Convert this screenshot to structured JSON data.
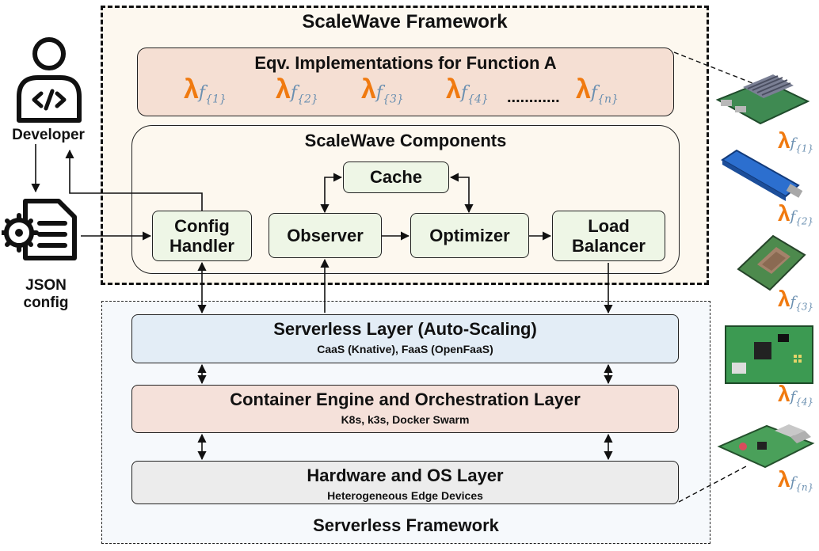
{
  "scalewave": {
    "title": "ScaleWave Framework",
    "eqv_title": "Eqv. Implementations for Function A",
    "lambda_symbol": "λ",
    "func_symbol": "f",
    "function_indices": [
      "{1}",
      "{2}",
      "{3}",
      "{4}",
      "{n}"
    ],
    "ellipsis": "............",
    "components_title": "ScaleWave Components",
    "cache": "Cache",
    "config_handler": "Config Handler",
    "observer": "Observer",
    "optimizer": "Optimizer",
    "load_balancer": "Load Balancer"
  },
  "serverless": {
    "title": "Serverless Framework",
    "layers": [
      {
        "title": "Serverless Layer (Auto-Scaling)",
        "subtitle": "CaaS (Knative), FaaS (OpenFaaS)",
        "color": "#e3edf6"
      },
      {
        "title": "Container Engine and Orchestration Layer",
        "subtitle": "K8s, k3s, Docker Swarm",
        "color": "#f5e1da"
      },
      {
        "title": "Hardware and OS Layer",
        "subtitle": "Heterogeneous Edge Devices",
        "color": "#ececec"
      }
    ]
  },
  "actors": {
    "developer": "Developer",
    "json_config": "JSON config"
  },
  "devices": {
    "indices": [
      "{1}",
      "{2}",
      "{3}",
      "{4}",
      "{n}"
    ]
  },
  "colors": {
    "lambda": "#f07a10",
    "frame_bg": "#fdf8ef",
    "component_fill": "#eef6e6"
  }
}
